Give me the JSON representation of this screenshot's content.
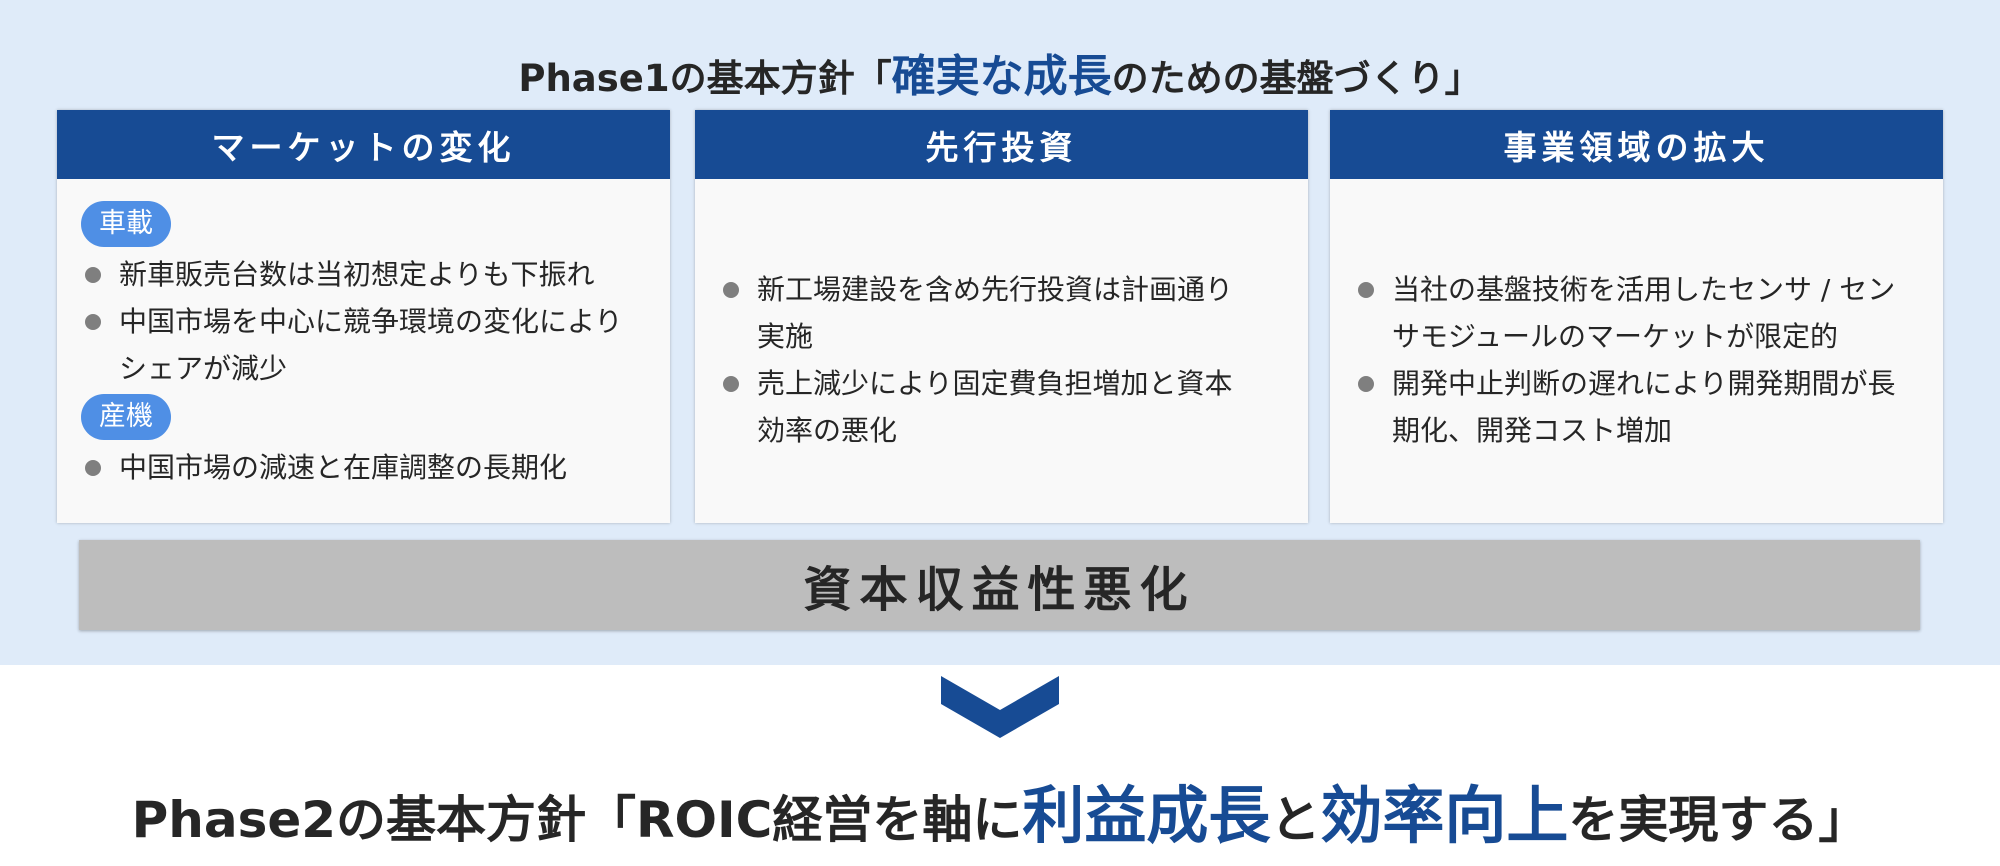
{
  "phase1": {
    "prefix": "Phase1の基本方針「",
    "hl": "確実な成長",
    "suffix": "のための基盤づくり」"
  },
  "cards": [
    {
      "title": "マーケットの変化",
      "groups": [
        {
          "tag": "車載",
          "bullets": [
            "新車販売台数は当初想定よりも下振れ",
            "中国市場を中心に競争環境の変化によりシェアが減少"
          ]
        },
        {
          "tag": "産機",
          "bullets": [
            "中国市場の減速と在庫調整の長期化"
          ]
        }
      ]
    },
    {
      "title": "先行投資",
      "bullets": [
        "新工場建設を含め先行投資は計画通り実施",
        "売上減少により固定費負担増加と資本効率の悪化"
      ]
    },
    {
      "title": "事業領域の拡大",
      "bullets": [
        "当社の基盤技術を活用したセンサ / センサモジュールのマーケットが限定的",
        "開発中止判断の遅れにより開発期間が長期化、開発コスト増加"
      ]
    }
  ],
  "result": "資本収益性悪化",
  "phase2": {
    "p1": "Phase2の基本方針「ROIC経営を軸に",
    "h1": "利益成長",
    "p2": "と",
    "h2": "効率向上",
    "p3": "を実現する」"
  },
  "colors": {
    "navy": "#174b94",
    "tag": "#4f8fe5",
    "bg": "#dfebf9"
  }
}
